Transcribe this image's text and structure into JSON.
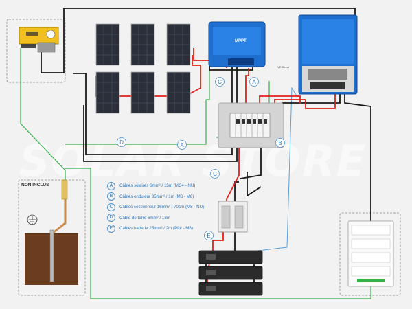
{
  "watermark": "SOLAR STORE",
  "non_inclus": "NON INCLUS",
  "mppt_label": "MPPT",
  "inverter_cable_label": "VE.Direct",
  "colors": {
    "wire_black": "#1a1a1a",
    "wire_red": "#e0201b",
    "wire_green": "#36b04a",
    "wire_blue": "#5aa0d8",
    "wire_earth": "#c98a4a",
    "victron_blue": "#1e6fd0",
    "accent_letter": "#2d73b8"
  },
  "legend": [
    {
      "letter": "A",
      "text": "Câbles solaires 6mm² / 15m (MC4 - NU)"
    },
    {
      "letter": "B",
      "text": "Câbles onduleur 35mm² / 1m (M8 - M8)"
    },
    {
      "letter": "C",
      "text": "Câbles sectionneur 16mm² / 70cm (M8 - NU)"
    },
    {
      "letter": "D",
      "text": "Câble de terre 6mm² / 18m"
    },
    {
      "letter": "E",
      "text": "Câbles batterie 25mm² / 2m (Plot - M8)"
    }
  ],
  "callouts": {
    "a1": "A",
    "a2": "A",
    "b1": "B",
    "c1": "C",
    "c2": "C",
    "d1": "D",
    "e1": "E"
  },
  "icons": [
    "solar-panel-icon",
    "mppt-controller-icon",
    "inverter-icon",
    "battery-icon",
    "meter-icon",
    "ground-rod-icon",
    "earth-symbol-icon",
    "disconnect-switch-icon",
    "dc-breaker-box-icon",
    "ac-panel-icon"
  ]
}
